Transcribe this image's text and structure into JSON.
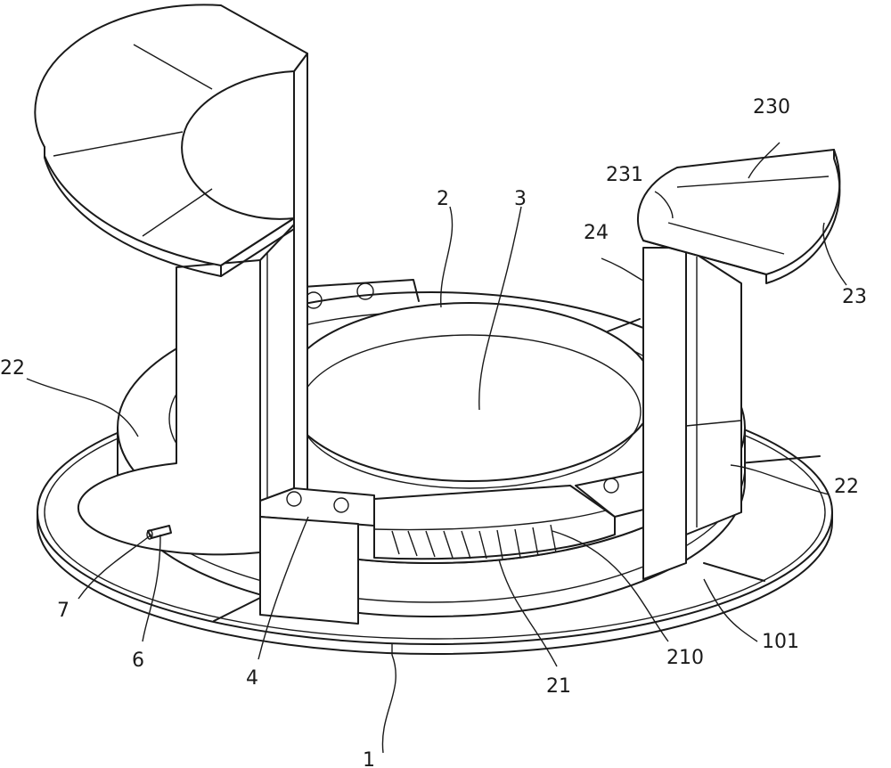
{
  "labels": {
    "l1": "1",
    "l2": "2",
    "l3": "3",
    "l4": "4",
    "l6": "6",
    "l7": "7",
    "l21": "21",
    "l22_left": "22",
    "l22_right": "22",
    "l23": "23",
    "l24": "24",
    "l101": "101",
    "l210": "210",
    "l230": "230",
    "l231": "231"
  }
}
